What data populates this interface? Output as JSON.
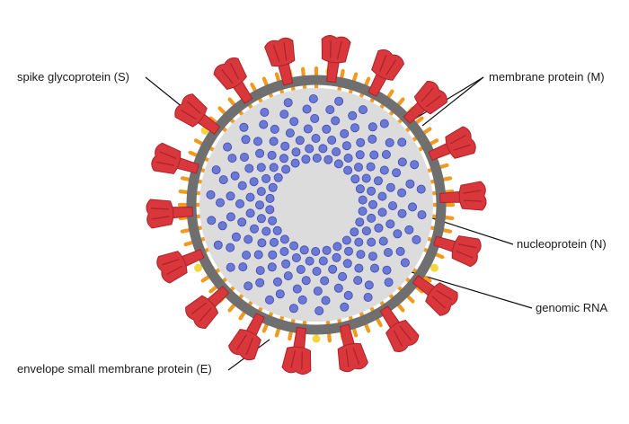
{
  "labels": {
    "spike": "spike glycoprotein (S)",
    "membrane": "membrane protein (M)",
    "nucleoprotein": "nucleoprotein (N)",
    "rna": "genomic RNA",
    "envelope": "envelope small membrane protein (E)"
  },
  "colors": {
    "interior": "#dcdcdc",
    "membrane": "#6f6f6f",
    "spike": "#d9373b",
    "spike_dark": "#a8242a",
    "m_protein": "#f39a1e",
    "e_protein": "#f4d63a",
    "rna": "#6b78d6",
    "rna_dark": "#3e4bb0"
  }
}
